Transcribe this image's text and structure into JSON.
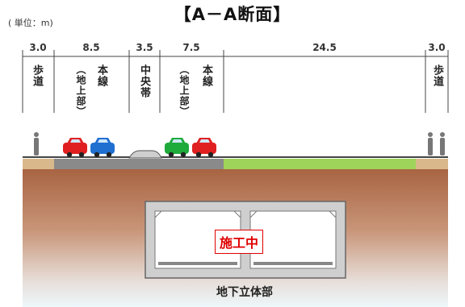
{
  "title": "【A－A断面】",
  "unit": "( 単位：m)",
  "dimensions": [
    "3.0",
    "8.5",
    "3.5",
    "7.5",
    "24.5",
    "3.0"
  ],
  "labels": {
    "sidewalk_left": "歩道",
    "mainline_left_main": "本線",
    "mainline_left_paren": "（地上部）",
    "median": "中央帯",
    "mainline_right_main": "本線",
    "mainline_right_paren": "（地上部）",
    "sidewalk_right": "歩道"
  },
  "underground_label": "地下立体部",
  "work_label": "施工中",
  "colors": {
    "soil_top": "#a86442",
    "soil_bottom": "#eef7fb",
    "grass": "#9ed45a",
    "road": "#888888",
    "sidewalk": "#d9b98c",
    "car_red": "#e02020",
    "car_blue": "#1f6fd0",
    "car_green": "#1faa3c"
  }
}
